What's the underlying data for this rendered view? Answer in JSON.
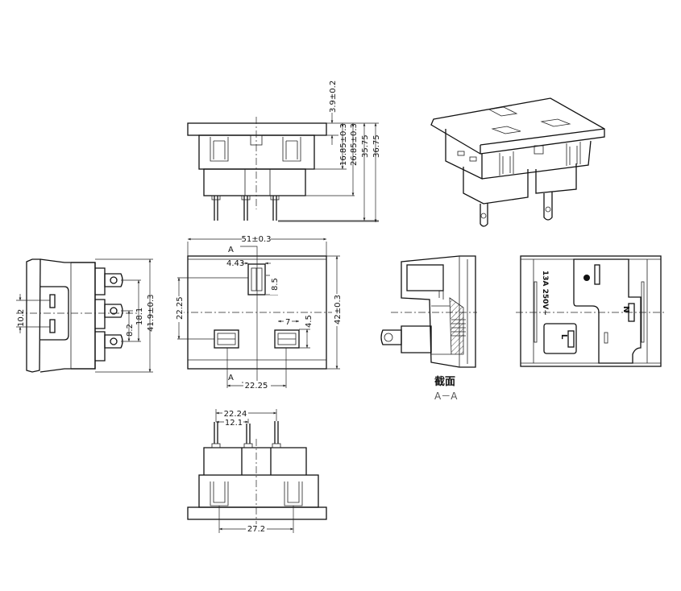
{
  "top_view": {
    "dims": [
      "3.9±0.2",
      "16.85±0.3",
      "26.85±0.3",
      "35.75",
      "36.75"
    ]
  },
  "front_view": {
    "width": "51±0.3",
    "height": "42±0.3",
    "slot_width": "4.43",
    "slot_height": "8.5",
    "vertical_spacing": "22.25",
    "horizontal_spacing": "22.25",
    "side_slot_width": "7",
    "side_slot_height": "4.5",
    "section_mark": "A"
  },
  "side_view": {
    "dims": [
      "10.2",
      "8.2",
      "18.1",
      "41.9±0.3"
    ]
  },
  "section_view": {
    "title": "截面",
    "subtitle": "A－A"
  },
  "back_view": {
    "rating": "13A  250V~",
    "live": "L",
    "neutral": "N"
  },
  "bottom_view": {
    "dims": [
      "22.24",
      "12.1",
      "27.2"
    ]
  }
}
